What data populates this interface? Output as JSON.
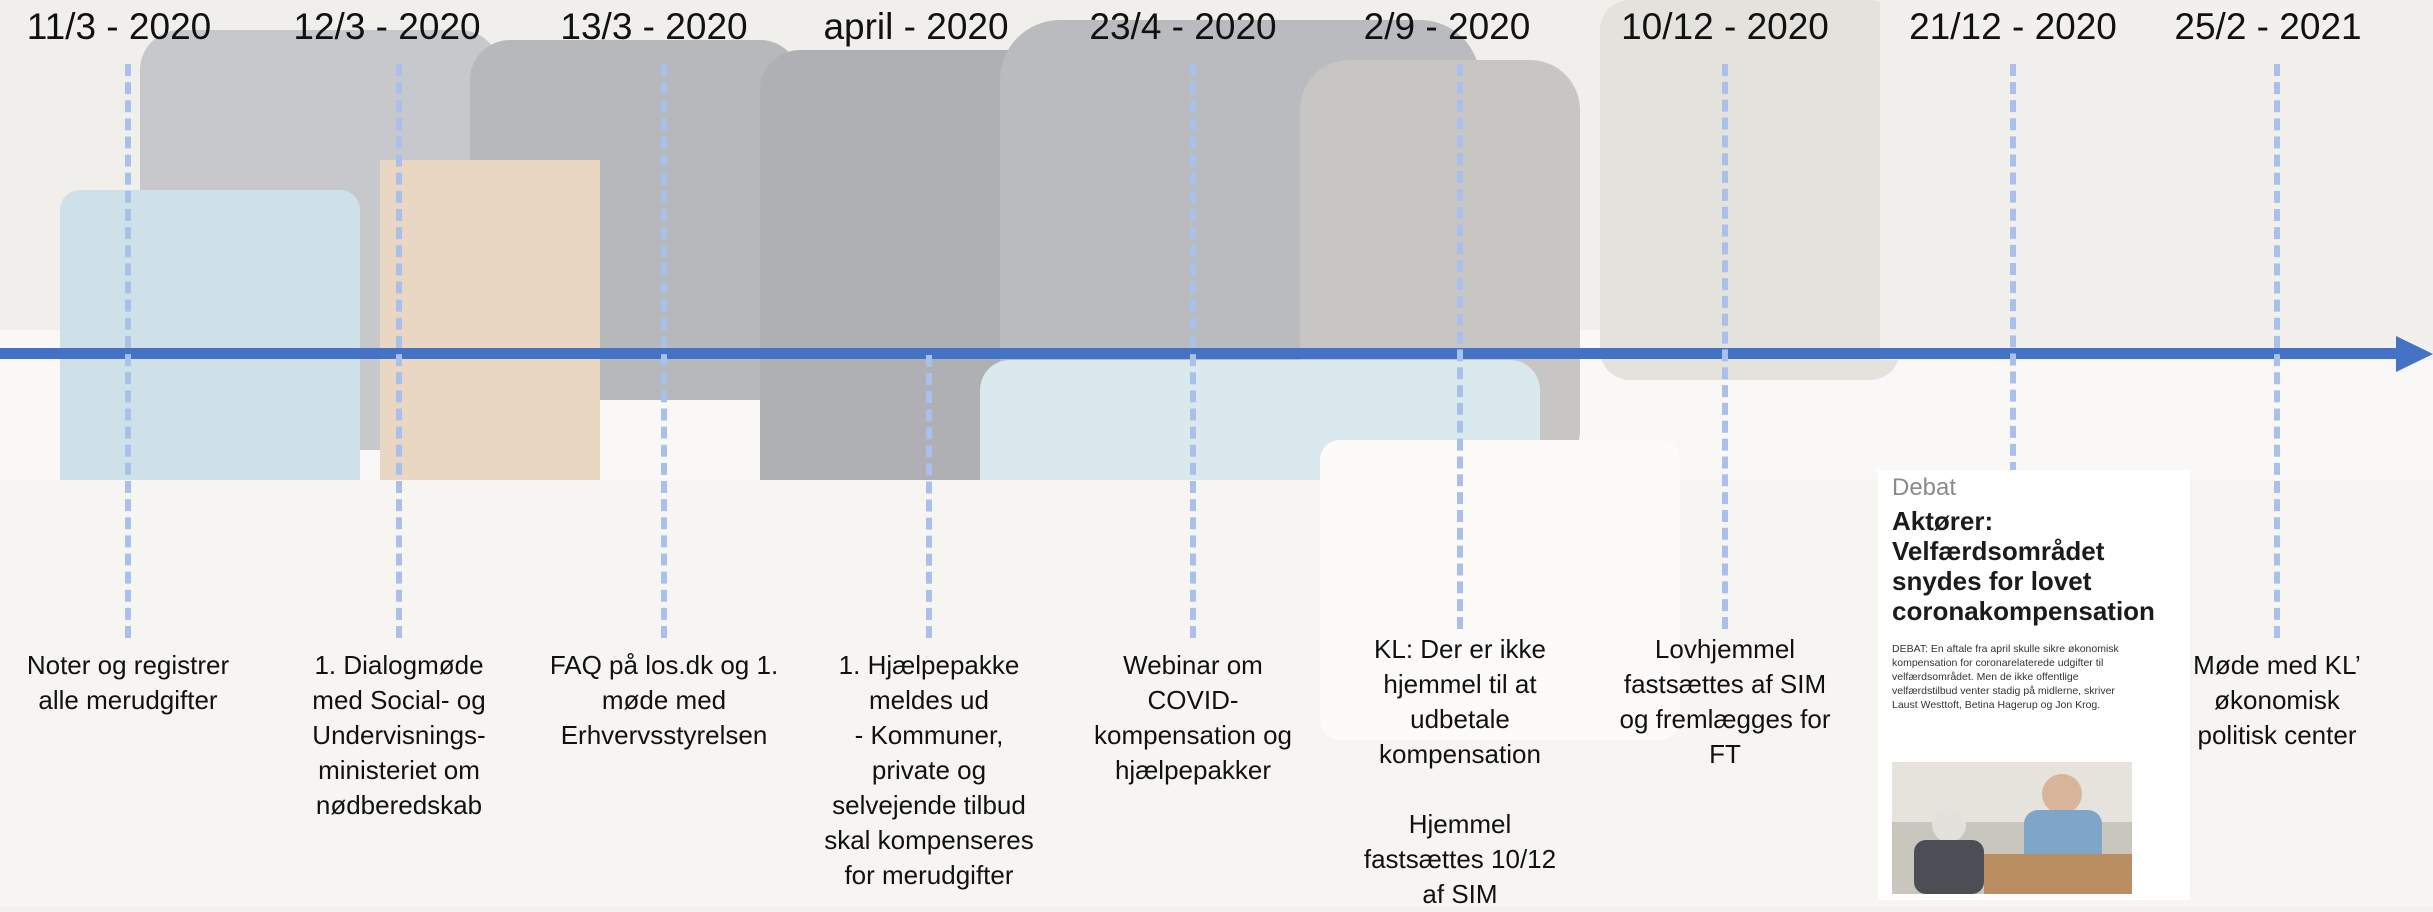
{
  "timeline": {
    "events": [
      {
        "date": "11/3 - 2020",
        "text": "Noter og registrer alle merudgifter"
      },
      {
        "date": "12/3 - 2020",
        "text": "1. Dialogmøde med Social- og Undervisnings-ministeriet om nødberedskab"
      },
      {
        "date": "13/3 - 2020",
        "text": "FAQ på los.dk og 1. møde med Erhvervsstyrelsen"
      },
      {
        "date": "april - 2020",
        "text": "1. Hjælpepakke meldes ud\n- Kommuner, private og selvejende tilbud skal kompenseres for merudgifter"
      },
      {
        "date": "23/4 - 2020",
        "text": "Webinar om COVID-kompensation og hjælpepakker"
      },
      {
        "date": "2/9 - 2020",
        "text": "KL: Der er ikke hjemmel til at udbetale kompensation\n\nHjemmel fastsættes 10/12 af SIM"
      },
      {
        "date": "10/12 - 2020",
        "text": "Lovhjemmel fastsættes af SIM og fremlægges for FT"
      },
      {
        "date": "21/12 - 2020",
        "text": ""
      },
      {
        "date": "25/2 - 2021",
        "text": "Møde med KL’ økonomisk politisk center"
      }
    ]
  },
  "article": {
    "kicker": "Debat",
    "headline": "Aktører: Velfærdsområdet snydes for lovet coronakompensation",
    "lead": "DEBAT: En aftale fra april skulle sikre økonomisk kompensation for coronarelaterede udgifter til velfærdsområdet. Men de ikke offentlige velfærdstilbud venter stadig på midlerne, skriver Laust Westtoft, Betina Hagerup og Jon Krog."
  },
  "colors": {
    "axis": "#4472c4",
    "dash": "#a9c1ea",
    "text": "#111111"
  }
}
